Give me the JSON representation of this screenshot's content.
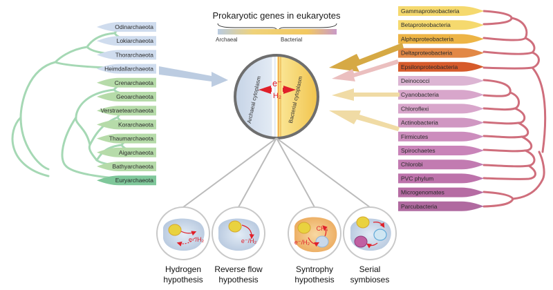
{
  "title": "Prokaryotic genes in eukaryotes",
  "gradient_labels": {
    "archaeal": "Archaeal",
    "bacterial": "Bacterial"
  },
  "colors": {
    "archaea_tree": "#a5d8b4",
    "bacteria_tree": "#cf6e7c",
    "archaeal_blue": "#b9cbe0",
    "bacterial_yellow": "#f2cd56",
    "arrow_red": "#e0202a"
  },
  "archaea": [
    {
      "name": "Odinarchaeota",
      "color": "#cfdcee"
    },
    {
      "name": "Lokiarchaeota",
      "color": "#cfdcee"
    },
    {
      "name": "Thorarchaeota",
      "color": "#cfdcee"
    },
    {
      "name": "Heimdallarchaeota",
      "color": "#cfdcee"
    },
    {
      "name": "Crenarchaeota",
      "color": "#b6dba9"
    },
    {
      "name": "Geoarchaeota",
      "color": "#b6dba9"
    },
    {
      "name": "Verstraetearchaeota",
      "color": "#b6dba9"
    },
    {
      "name": "Korarchaeota",
      "color": "#b6dba9"
    },
    {
      "name": "Thaumarchaeota",
      "color": "#b6dba9"
    },
    {
      "name": "Aigarchaeota",
      "color": "#b6dba9"
    },
    {
      "name": "Bathyarchaeota",
      "color": "#b6dba9"
    },
    {
      "name": "Euryarchaeota",
      "color": "#7fc79a"
    }
  ],
  "bacteria": [
    {
      "name": "Gammaproteobacteria",
      "color": "#f5d96e"
    },
    {
      "name": "Betaproteobacteria",
      "color": "#f5d96e"
    },
    {
      "name": "Alphaproteobacteria",
      "color": "#edb445"
    },
    {
      "name": "Deltaproteobacteria",
      "color": "#e28846"
    },
    {
      "name": "Epsilonproteobacteria",
      "color": "#d65a2a"
    },
    {
      "name": "Deinococci",
      "color": "#dcb5d3"
    },
    {
      "name": "Cyanobacteria",
      "color": "#d8a6cb"
    },
    {
      "name": "Chloroflexi",
      "color": "#d8a6cb"
    },
    {
      "name": "Actinobacteria",
      "color": "#d097c2"
    },
    {
      "name": "Firmicutes",
      "color": "#cc8dbd"
    },
    {
      "name": "Spirochaetes",
      "color": "#c984b9"
    },
    {
      "name": "Chlorobi",
      "color": "#c27bb1"
    },
    {
      "name": "PVC phylum",
      "color": "#bd73ab"
    },
    {
      "name": "Microgenomates",
      "color": "#b66ca3"
    },
    {
      "name": "Parcubacteria",
      "color": "#b06aa0"
    }
  ],
  "cell": {
    "electron": "e⁻",
    "h2": "H₂",
    "archaeal_label": "Archaeal cytoplasm",
    "bacterial_label": "Bacterial cytoplasm"
  },
  "hypotheses": [
    {
      "line1": "Hydrogen",
      "line2": "hypothesis",
      "label": "e⁻/H₂"
    },
    {
      "line1": "Reverse flow",
      "line2": "hypothesis",
      "label": "e⁻/H₂"
    },
    {
      "line1": "Syntrophy",
      "line2": "hypothesis",
      "label": "e⁻/H₂",
      "extra": "CH₄"
    },
    {
      "line1": "Serial",
      "line2": "symbioses",
      "label": ""
    }
  ]
}
